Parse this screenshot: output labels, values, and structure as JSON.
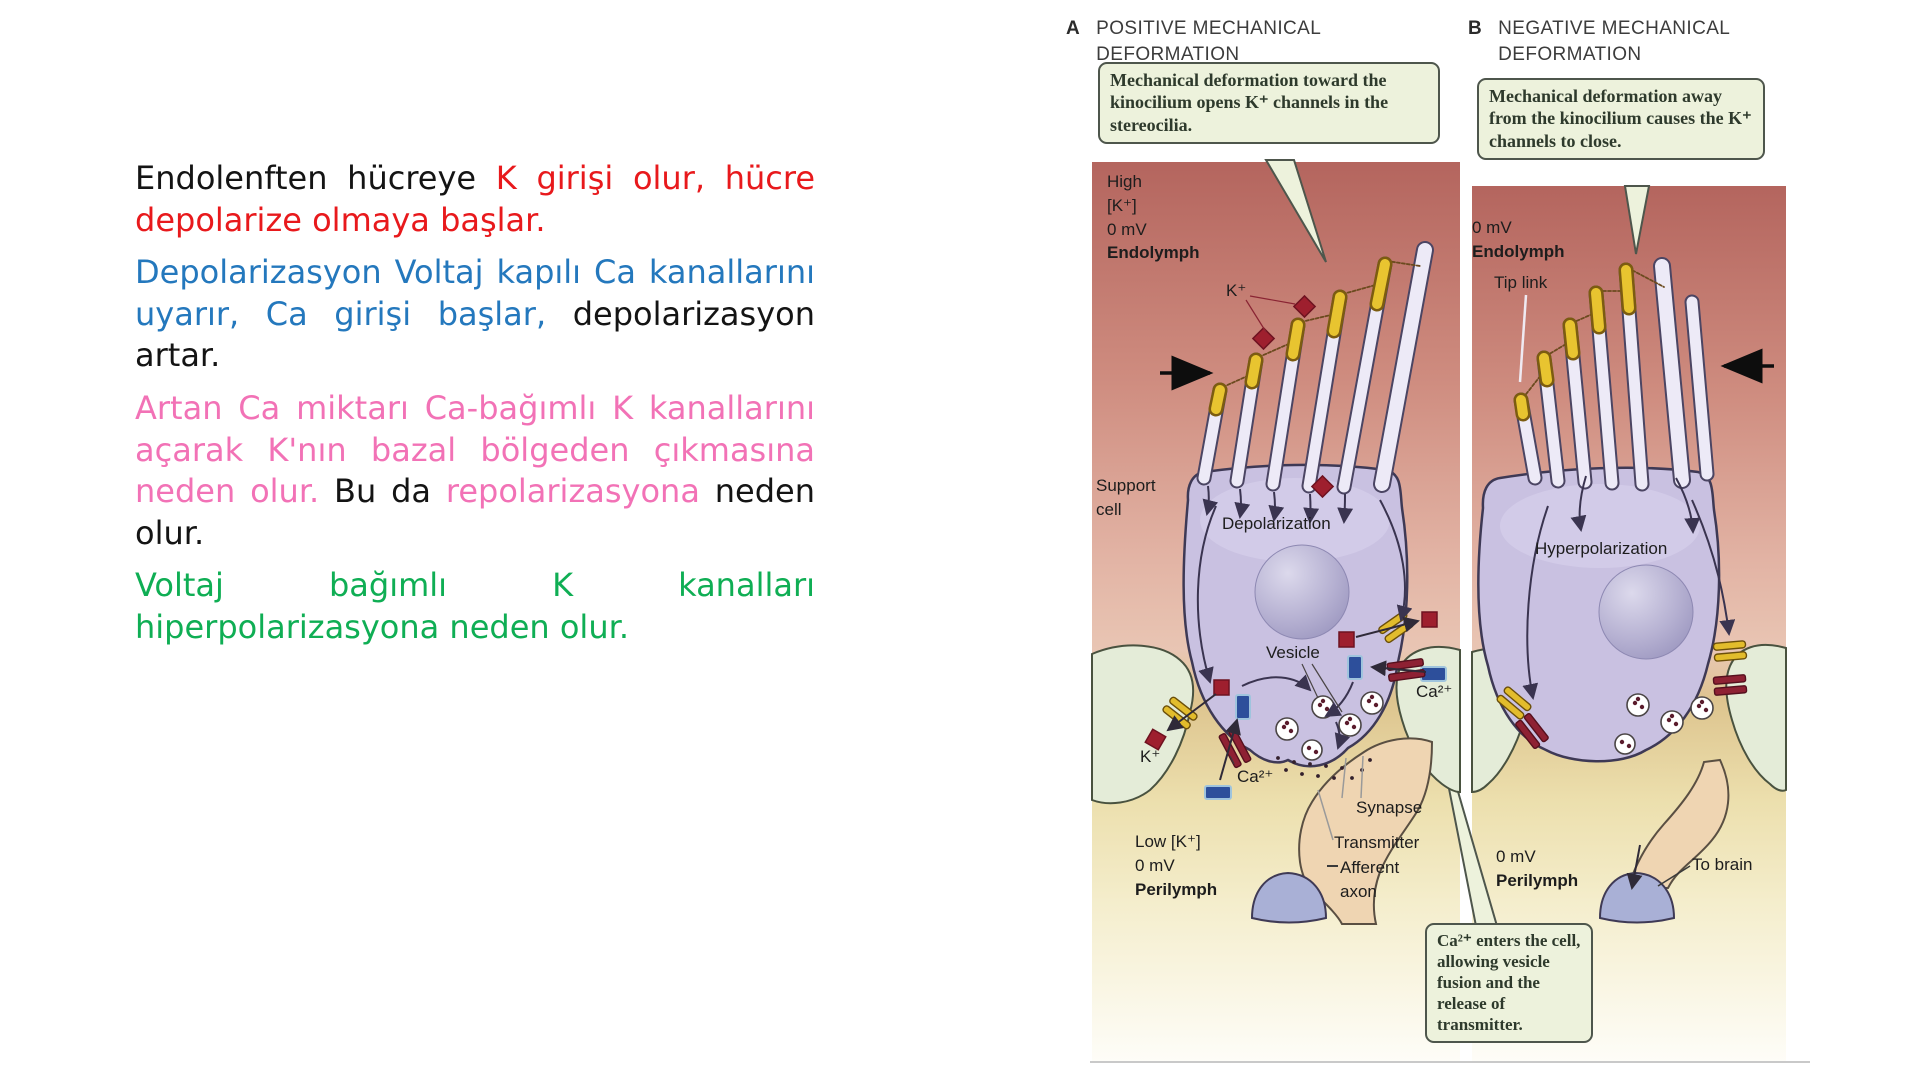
{
  "slide": {
    "palette": {
      "text_black": "#141414",
      "text_red": "#e8191c",
      "text_blue": "#2478bd",
      "text_pink": "#f272b6",
      "text_green": "#0fae54",
      "callout_bg": "#edf2dc",
      "endolymph_pink": "#c47c74",
      "perilymph_sand": "#e2cb90",
      "hair_cell_fill": "#c9c1e1",
      "nucleus_fill": "#b6b1d2",
      "stereocilia_cap_yellow": "#e8c430",
      "k_ion_red": "#9e1f2e",
      "ca_ion_blue": "#2d4f9b",
      "support_cell_green": "#e4ecd8",
      "axon_peach": "#efd5b2",
      "terminal_blue": "#a9b0d6"
    },
    "text_block": {
      "paragraphs": [
        {
          "segments": [
            {
              "text": "Endolenften hücreye ",
              "color": "#141414"
            },
            {
              "text": "K girişi olur, hücre depolarize olmaya başlar.",
              "color": "#e8191c"
            }
          ]
        },
        {
          "segments": [
            {
              "text": "Depolarizasyon Voltaj kapılı Ca kanallarını uyarır, Ca girişi başlar,",
              "color": "#2478bd"
            },
            {
              "text": " depolarizasyon artar.",
              "color": "#141414"
            }
          ]
        },
        {
          "segments": [
            {
              "text": "Artan Ca miktarı Ca-bağımlı K kanallarını açarak K'nın bazal bölgeden çıkmasına neden olur. ",
              "color": "#f272b6"
            },
            {
              "text": "Bu da ",
              "color": "#141414"
            },
            {
              "text": "repolarizasyona",
              "color": "#f272b6"
            },
            {
              "text": " neden olur.",
              "color": "#141414"
            }
          ]
        },
        {
          "segments": [
            {
              "text": "Voltaj bağımlı K kanalları hiperpolarizasyona neden olur.",
              "color": "#0fae54"
            }
          ]
        }
      ]
    },
    "figure": {
      "panelA": {
        "tag": "A",
        "title1": "POSITIVE MECHANICAL",
        "title2": "DEFORMATION",
        "callout": "Mechanical deformation toward the kinocilium opens K⁺ channels in the stereocilia.",
        "labels": {
          "high": "High",
          "k_conc": "[K⁺]",
          "mv0": "0 mV",
          "endolymph": "Endolymph",
          "k_ion": "K⁺",
          "support1": "Support",
          "support2": "cell",
          "depolarization": "Depolarization",
          "vesicle": "Vesicle",
          "ca_right": "Ca²⁺",
          "k_bottom": "K⁺",
          "ca_bottom": "Ca²⁺",
          "synapse": "Synapse",
          "low_k": "Low [K⁺]",
          "mv0_low": "0 mV",
          "perilymph": "Perilymph",
          "transmitter": "Transmitter",
          "afferent1": "Afferent",
          "afferent2": "axon"
        }
      },
      "panelB": {
        "tag": "B",
        "title1": "NEGATIVE MECHANICAL",
        "title2": "DEFORMATION",
        "callout": "Mechanical deformation away from the kinocilium causes the K⁺ channels to close.",
        "callout_bottom": "Ca²⁺ enters the cell, allowing vesicle fusion and the release of transmitter.",
        "labels": {
          "mv0": "0 mV",
          "endolymph": "Endolymph",
          "tip_link": "Tip link",
          "hyperpolarization": "Hyperpolarization",
          "mv0_low": "0 mV",
          "perilymph": "Perilymph",
          "to_brain": "To brain"
        }
      }
    }
  }
}
